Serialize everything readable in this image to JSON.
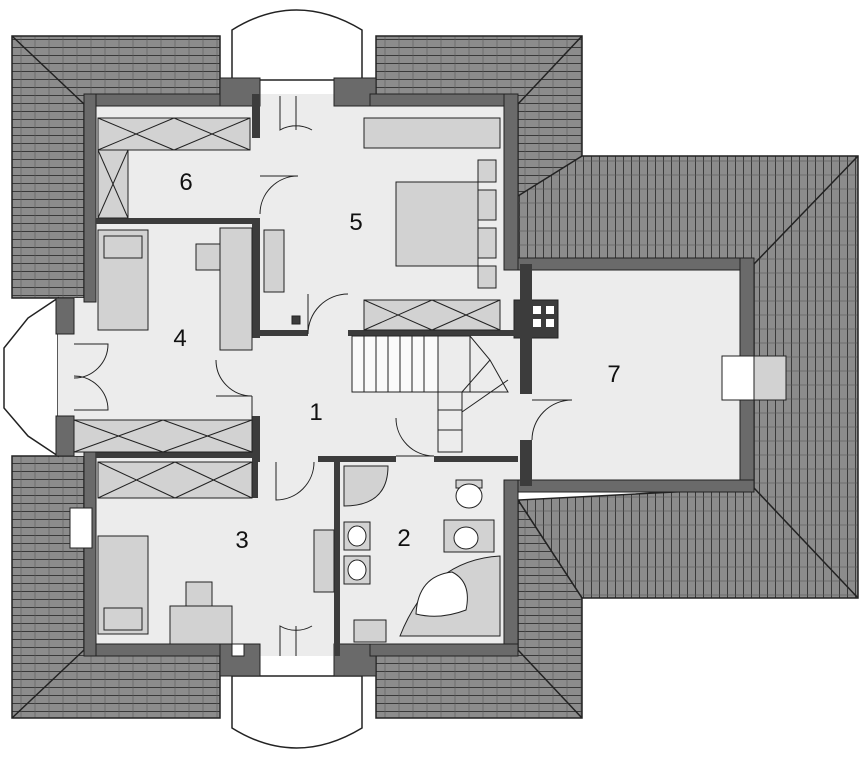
{
  "rooms": [
    {
      "label": "1"
    },
    {
      "label": "2"
    },
    {
      "label": "3"
    },
    {
      "label": "4"
    },
    {
      "label": "5"
    },
    {
      "label": "6"
    },
    {
      "label": "7"
    }
  ],
  "colors": {
    "roof": "#8c8c8c",
    "roof_lines": "#3a3a3a",
    "wall": "#6a6a6a",
    "wall_dark": "#3c3c3c",
    "floor": "#ececec",
    "furniture": "#d2d2d2",
    "outline": "#222222"
  }
}
